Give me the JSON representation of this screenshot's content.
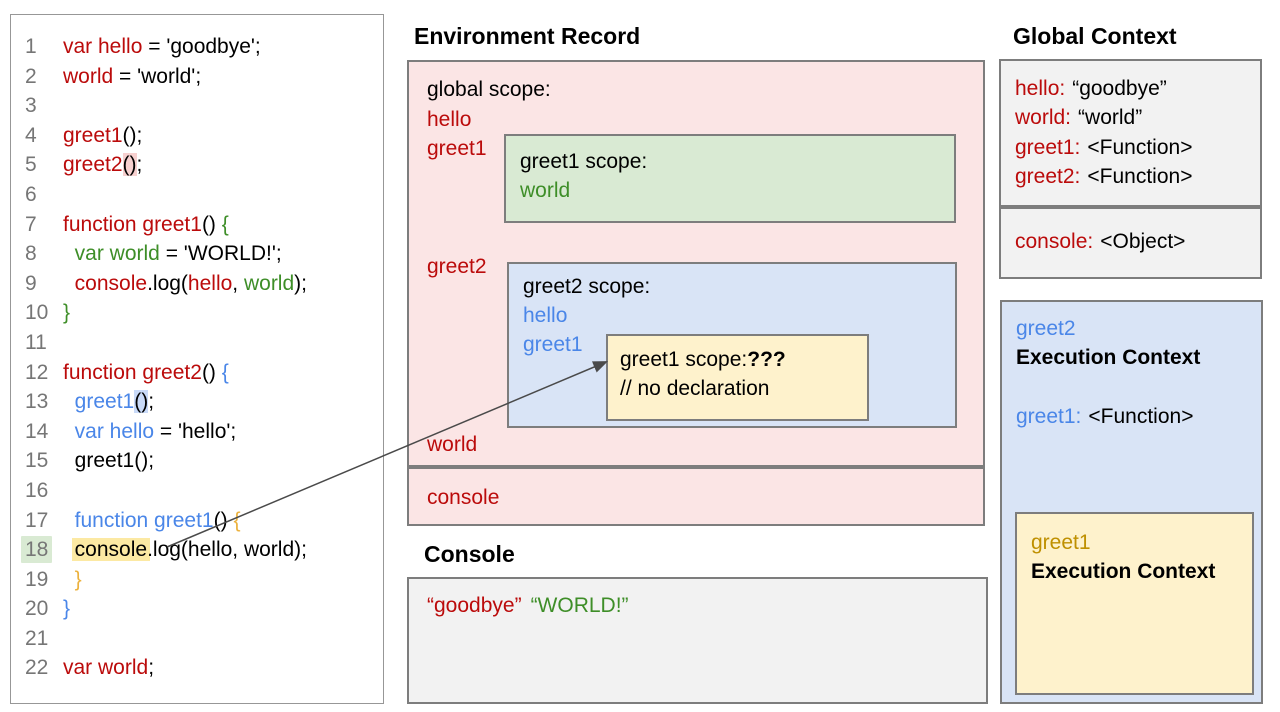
{
  "titles": {
    "environment_record": "Environment Record",
    "console": "Console",
    "global_context": "Global Context"
  },
  "code": {
    "lines": [
      {
        "n": "1",
        "segs": [
          [
            "red",
            "var hello"
          ],
          [
            "black",
            " = 'goodbye';"
          ]
        ]
      },
      {
        "n": "2",
        "segs": [
          [
            "red",
            "world"
          ],
          [
            "black",
            " = 'world';"
          ]
        ]
      },
      {
        "n": "3",
        "segs": []
      },
      {
        "n": "4",
        "segs": [
          [
            "red",
            "greet1"
          ],
          [
            "black",
            "();"
          ]
        ]
      },
      {
        "n": "5",
        "segs": [
          [
            "red",
            "greet2"
          ],
          [
            "black",
            "()",
            "pink"
          ],
          [
            "black",
            ";"
          ]
        ]
      },
      {
        "n": "6",
        "segs": []
      },
      {
        "n": "7",
        "segs": [
          [
            "red",
            "function greet1"
          ],
          [
            "black",
            "() "
          ],
          [
            "green",
            "{"
          ]
        ]
      },
      {
        "n": "8",
        "segs": [
          [
            "black",
            "  "
          ],
          [
            "green",
            "var world"
          ],
          [
            "black",
            " = 'WORLD!';"
          ]
        ]
      },
      {
        "n": "9",
        "segs": [
          [
            "black",
            "  "
          ],
          [
            "red",
            "console"
          ],
          [
            "black",
            ".log("
          ],
          [
            "red",
            "hello"
          ],
          [
            "black",
            ", "
          ],
          [
            "green",
            "world"
          ],
          [
            "black",
            ");"
          ]
        ]
      },
      {
        "n": "10",
        "segs": [
          [
            "green",
            "}"
          ]
        ]
      },
      {
        "n": "11",
        "segs": []
      },
      {
        "n": "12",
        "segs": [
          [
            "red",
            "function greet2"
          ],
          [
            "black",
            "() "
          ],
          [
            "blue",
            "{"
          ]
        ]
      },
      {
        "n": "13",
        "segs": [
          [
            "black",
            "  "
          ],
          [
            "blue",
            "greet1"
          ],
          [
            "black",
            "()",
            "blue"
          ],
          [
            "black",
            ";"
          ]
        ]
      },
      {
        "n": "14",
        "segs": [
          [
            "black",
            "  "
          ],
          [
            "blue",
            "var hello"
          ],
          [
            "black",
            " = 'hello';"
          ]
        ]
      },
      {
        "n": "15",
        "segs": [
          [
            "black",
            "  greet1();"
          ]
        ]
      },
      {
        "n": "16",
        "segs": []
      },
      {
        "n": "17",
        "segs": [
          [
            "black",
            "  "
          ],
          [
            "blue",
            "function greet1"
          ],
          [
            "black",
            "() "
          ],
          [
            "gold",
            "{"
          ]
        ]
      },
      {
        "n": "18",
        "nhl": "green",
        "segs": [
          [
            "black",
            "  "
          ],
          [
            "black",
            "console",
            "yellow"
          ],
          [
            "black",
            ".log(hello, world);"
          ]
        ]
      },
      {
        "n": "19",
        "segs": [
          [
            "black",
            "  "
          ],
          [
            "gold",
            "}"
          ]
        ]
      },
      {
        "n": "20",
        "segs": [
          [
            "blue",
            "}"
          ]
        ]
      },
      {
        "n": "21",
        "segs": []
      },
      {
        "n": "22",
        "segs": [
          [
            "red",
            "var world"
          ],
          [
            "black",
            ";"
          ]
        ]
      }
    ]
  },
  "env": {
    "global_label": "global scope:",
    "hello": "hello",
    "greet1": "greet1",
    "greet2": "greet2",
    "world": "world",
    "console": "console",
    "greet1_scope": {
      "label": "greet1 scope:",
      "world": "world"
    },
    "greet2_scope": {
      "label": "greet2 scope:",
      "hello": "hello",
      "greet1": "greet1"
    },
    "inner_scope": {
      "label": "greet1 scope:",
      "unknown": "???",
      "comment": "// no declaration"
    }
  },
  "console_panel": {
    "red_text": "“goodbye”",
    "green_text": "“WORLD!”"
  },
  "global_context": {
    "rows": [
      {
        "k": "hello:",
        "v": "“goodbye”"
      },
      {
        "k": "world:",
        "v": "“world”"
      },
      {
        "k": "greet1:",
        "v": "<Function>"
      },
      {
        "k": "greet2:",
        "v": "<Function>"
      }
    ],
    "console_row": {
      "k": "console:",
      "v": "<Object>"
    }
  },
  "greet2_context": {
    "name": "greet2",
    "title": "Execution Context",
    "row": {
      "k": "greet1:",
      "v": "<Function>"
    },
    "inner": {
      "name": "greet1",
      "title": "Execution Context"
    }
  },
  "colors": {
    "accent_red": "#bb0b0b",
    "accent_green": "#3e8e28",
    "accent_blue": "#4a86e8",
    "accent_gold": "#bf9000",
    "pink_bg": "#fbe5e5",
    "green_bg": "#d9ead3",
    "blue_bg": "#d9e4f6",
    "yellow_bg": "#fef2cc",
    "gray_bg": "#f2f2f2"
  }
}
